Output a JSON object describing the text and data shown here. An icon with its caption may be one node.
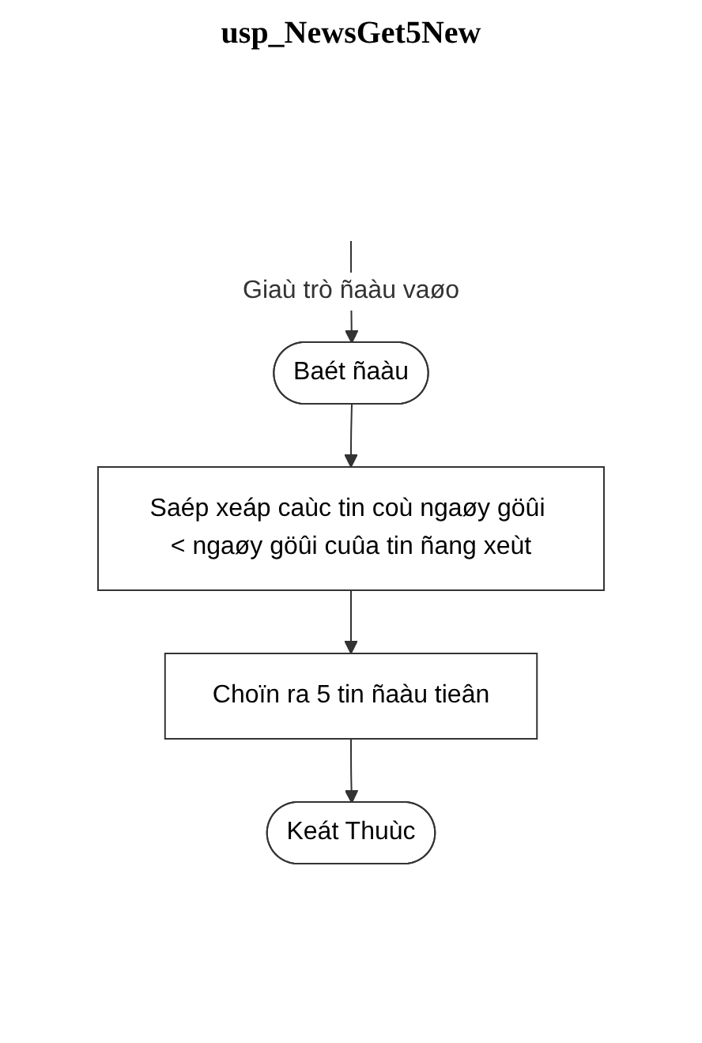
{
  "diagram": {
    "title": "usp_NewsGet5New",
    "nodes": [
      {
        "text": [
          "Baét ñaàu"
        ]
      },
      {
        "text": [
          "Saép xeáp caùc tin coù ngaøy göûi < ngaøy göûi cuûa tin ñang xeùt"
        ]
      },
      {
        "text": [
          "Choïn ra 5 tin ñaàu tieân"
        ]
      },
      {
        "text": [
          "Keát Thuùc"
        ]
      }
    ],
    "edges": [
      {
        "from": null,
        "to": 0,
        "arrow": "to",
        "label": "Giaù trò ñaàu vaøo"
      },
      {
        "from": 0,
        "to": 1,
        "arrow": "to"
      },
      {
        "from": 1,
        "to": 2,
        "arrow": "to"
      },
      {
        "from": 2,
        "to": 3,
        "arrow": "to"
      }
    ]
  }
}
